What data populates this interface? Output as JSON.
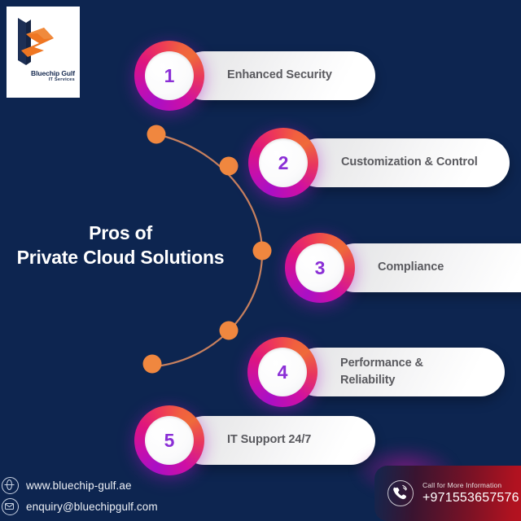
{
  "brand": {
    "logo_name": "Bluechip Gulf",
    "logo_sub": "IT Services",
    "logo_icon": "bluechip-b-arrow-logo"
  },
  "heading": {
    "line1": "Pros of",
    "line2": "Private Cloud Solutions"
  },
  "colors": {
    "background": "#0d2550",
    "accent_orange": "#f0873f",
    "ring_magenta": "#c40fae",
    "ring_purple": "#a810c6",
    "ring_orange": "#f1603f",
    "number_purple": "#8b2fd6",
    "pill_text": "#5a5a5f",
    "cta_red": "#c8141c"
  },
  "items": [
    {
      "number": "1",
      "label": "Enhanced Security"
    },
    {
      "number": "2",
      "label": "Customization & Control"
    },
    {
      "number": "3",
      "label": "Compliance"
    },
    {
      "number": "4",
      "label": "Performance & Reliability"
    },
    {
      "number": "5",
      "label": "IT Support 24/7"
    }
  ],
  "footer": {
    "website": "www.bluechip-gulf.ae",
    "website_icon": "globe-icon",
    "email": "enquiry@bluechipgulf.com",
    "email_icon": "envelope-icon"
  },
  "cta": {
    "icon": "phone-ring-icon",
    "caption": "Call for More Information",
    "phone": "+971553657576"
  }
}
